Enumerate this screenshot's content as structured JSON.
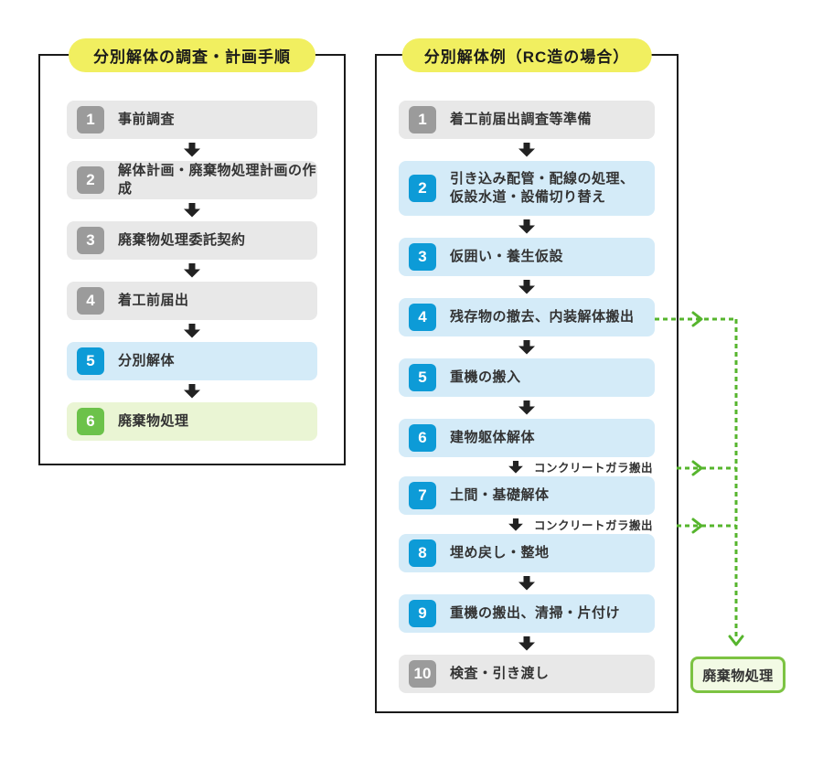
{
  "colors": {
    "title_pill_yellow": "#f1ef60",
    "panel_border_black": "#1a1a1a",
    "gray_step_bg": "#e8e8e8",
    "gray_badge": "#9b9b9b",
    "blue_step_bg": "#d4ebf8",
    "blue_badge": "#0d9bd7",
    "green_step_bg": "#eaf5d4",
    "green_badge": "#6cc24a",
    "waste_box_bg": "#f2fae4",
    "waste_box_border": "#7cc342",
    "connector_green": "#56b52d",
    "down_arrow_black": "#222222"
  },
  "icons": {
    "down_arrow": "down-arrow-icon",
    "dashed_connector": "dashed-arrow-connector"
  },
  "left_panel": {
    "title": "分別解体の調査・計画手順",
    "steps": [
      {
        "num": "1",
        "label": "事前調査",
        "variant": "gray"
      },
      {
        "num": "2",
        "label": "解体計画・廃棄物処理計画の作成",
        "variant": "gray"
      },
      {
        "num": "3",
        "label": "廃棄物処理委託契約",
        "variant": "gray"
      },
      {
        "num": "4",
        "label": "着工前届出",
        "variant": "gray"
      },
      {
        "num": "5",
        "label": "分別解体",
        "variant": "blue"
      },
      {
        "num": "6",
        "label": "廃棄物処理",
        "variant": "green"
      }
    ]
  },
  "right_panel": {
    "title": "分別解体例（RC造の場合）",
    "steps": [
      {
        "num": "1",
        "label": "着工前届出調査等準備",
        "variant": "gray"
      },
      {
        "num": "2",
        "label": "引き込み配管・配線の処理、\n仮設水道・設備切り替え",
        "variant": "blue"
      },
      {
        "num": "3",
        "label": "仮囲い・養生仮設",
        "variant": "blue"
      },
      {
        "num": "4",
        "label": "残存物の撤去、内装解体搬出",
        "variant": "blue"
      },
      {
        "num": "5",
        "label": "重機の搬入",
        "variant": "blue"
      },
      {
        "num": "6",
        "label": "建物躯体解体",
        "variant": "blue"
      },
      {
        "num": "7",
        "label": "土間・基礎解体",
        "variant": "blue"
      },
      {
        "num": "8",
        "label": "埋め戻し・整地",
        "variant": "blue"
      },
      {
        "num": "9",
        "label": "重機の搬出、清掃・片付け",
        "variant": "blue"
      },
      {
        "num": "10",
        "label": "検査・引き渡し",
        "variant": "gray"
      }
    ],
    "gara_label_1": "コンクリートガラ搬出",
    "gara_label_2": "コンクリートガラ搬出"
  },
  "waste_box": {
    "label": "廃棄物処理"
  }
}
